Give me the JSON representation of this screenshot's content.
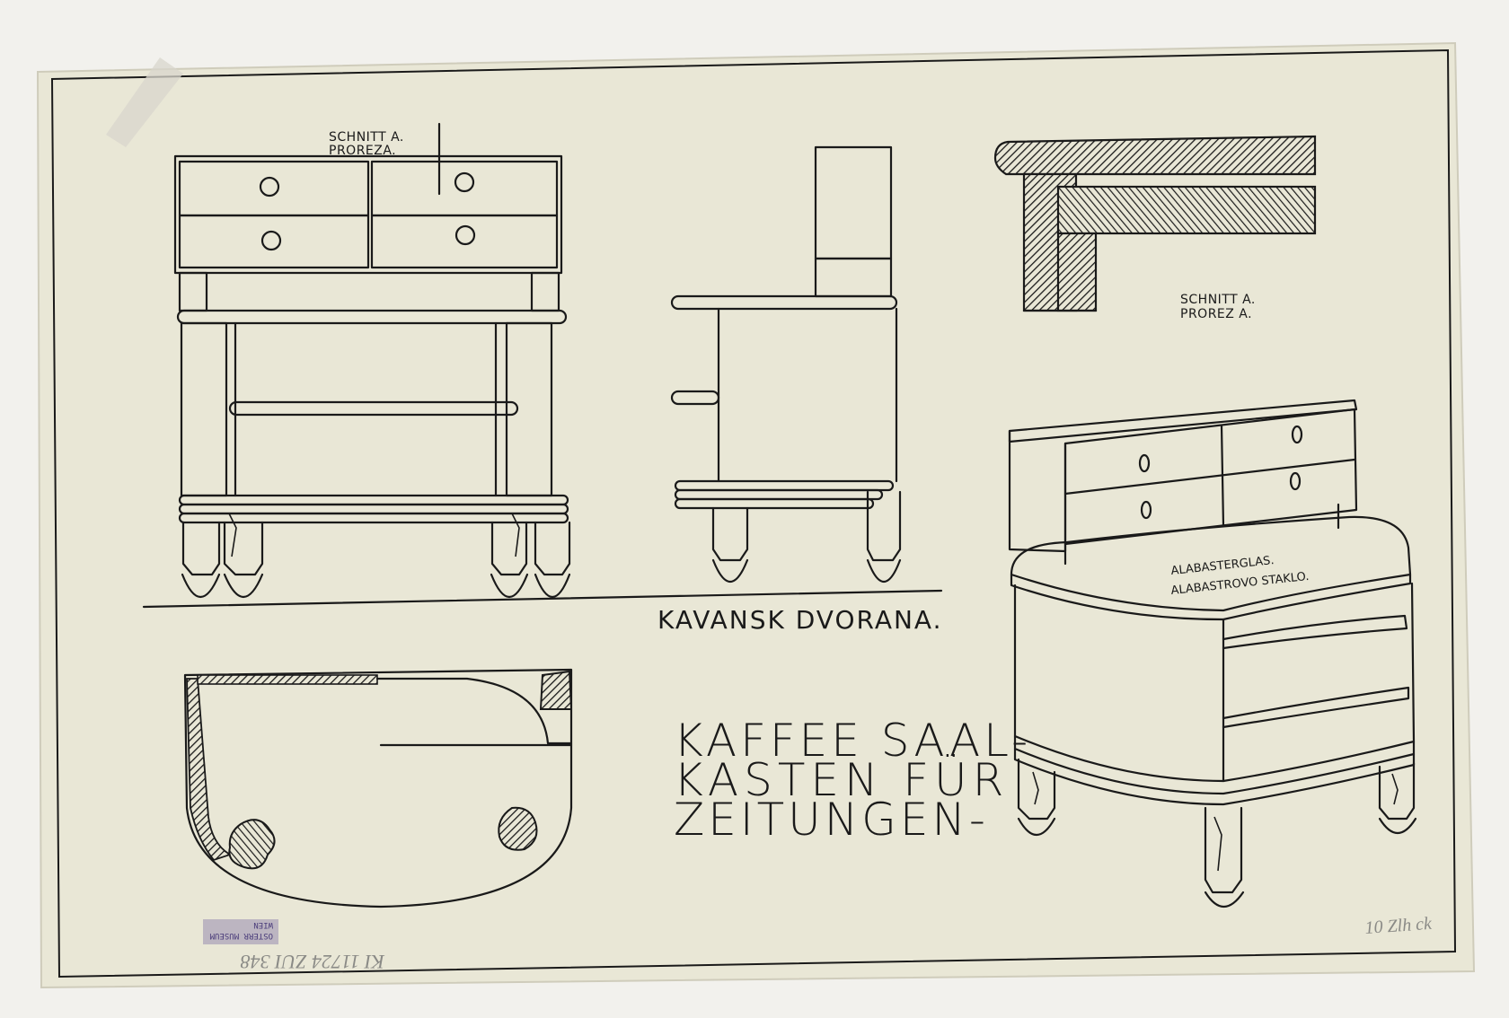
{
  "labels": {
    "schnitt_top": "SCHNITT A.",
    "proreza_top": "PROREZA.",
    "schnitt_right": "SCHNITT A.",
    "proreza_right": "PROREZ A.",
    "kavansk": "KAVANSK DVORANA.",
    "title_line1": "KAFFEE SAAL-",
    "title_line2": "KASTEN FÜR",
    "title_line3": "ZEITUNGEN-",
    "alabaster_de": "ALABASTERGLAS.",
    "alabaster_hr": "ALABASTROVO STAKLO.",
    "inventory": "KI 11724 ZUI 348",
    "corner_note": "10 Zlh ck"
  },
  "colors": {
    "paper": "#e9e7d6",
    "mount": "#f2f1ed",
    "ink": "#1a1a1a",
    "stamp": "#5a4c8a",
    "pencil": "#8a8a86"
  }
}
